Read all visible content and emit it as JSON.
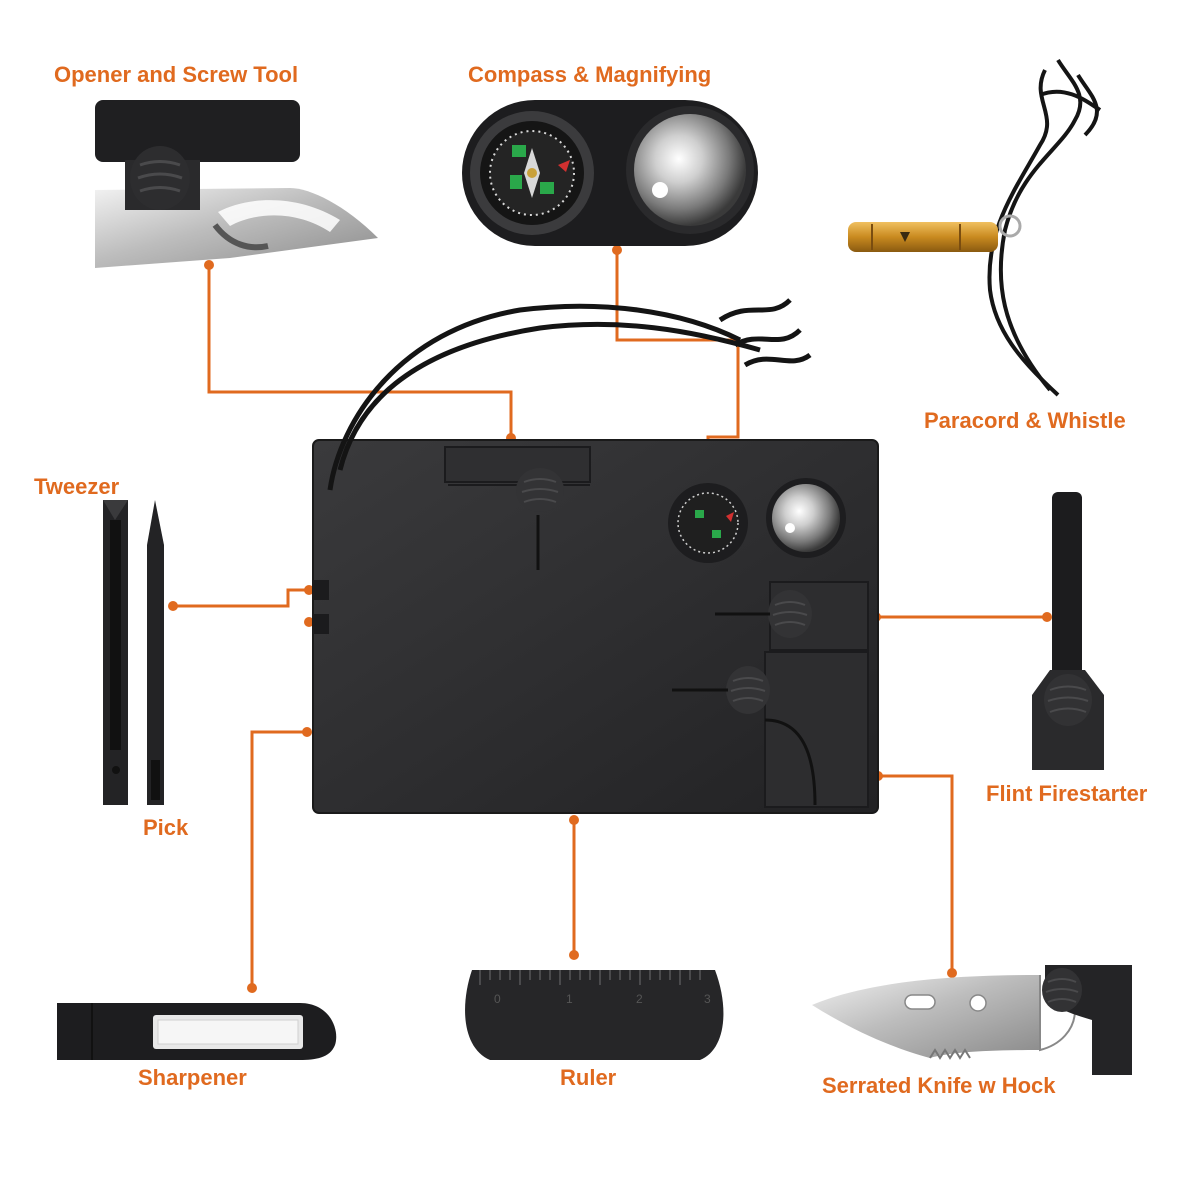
{
  "colors": {
    "accent": "#e06a1f",
    "card": "#2c2c2e",
    "background": "#ffffff"
  },
  "labels": {
    "opener": "Opener and Screw Tool",
    "compass": "Compass & Magnifying",
    "paracord": "Paracord & Whistle",
    "tweezer": "Tweezer",
    "pick": "Pick",
    "flint": "Flint Firestarter",
    "sharpener": "Sharpener",
    "ruler": "Ruler",
    "knife": "Serrated Knife w Hock"
  },
  "ruler_marks": [
    "0",
    "1",
    "2",
    "3"
  ],
  "icons": [
    "compass-icon",
    "magnifier-lens-icon",
    "whistle-icon",
    "paracord-icon",
    "tweezer-icon",
    "pick-icon",
    "flint-rod-icon",
    "sharpener-icon",
    "ruler-icon",
    "serrated-knife-icon",
    "opener-tool-icon",
    "survival-card-icon"
  ]
}
